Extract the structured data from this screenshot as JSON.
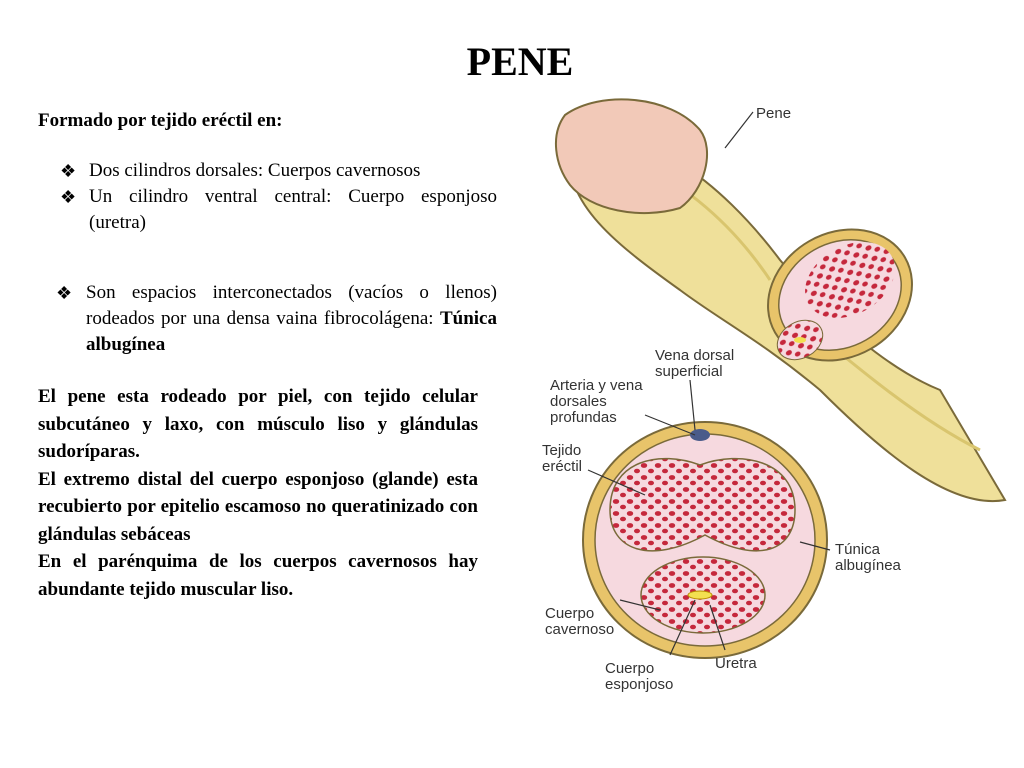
{
  "slide": {
    "title": "PENE",
    "intro": "Formado por tejido eréctil en:",
    "bullet_symbol": "❖",
    "structure_bullets": [
      {
        "text": "Dos cilindros dorsales: Cuerpos cavernosos"
      },
      {
        "text": "Un cilindro ventral central: Cuerpo esponjoso (uretra)"
      }
    ],
    "space_bullet": {
      "text": "Son espacios interconectados (vacíos o llenos) rodeados por una densa vaina fibrocolágena:",
      "highlight": "Túnica albugínea"
    },
    "paragraphs": [
      "El pene esta rodeado por piel, con tejido celular subcutáneo y laxo, con músculo liso y glándulas sudoríparas.",
      "El extremo distal del cuerpo esponjoso (glande) esta recubierto por epitelio escamoso no queratinizado con glándulas sebáceas",
      "En el parénquima de los cuerpos cavernosos hay abundante tejido muscular liso."
    ]
  },
  "figure_labels": {
    "pene": "Pene",
    "vena_dorsal_1": "Vena dorsal",
    "vena_dorsal_2": "superficial",
    "arteria_1": "Arteria y vena",
    "arteria_2": "dorsales",
    "arteria_3": "profundas",
    "tejido_1": "Tejido",
    "tejido_2": "eréctil",
    "tunica_1": "Túnica",
    "tunica_2": "albugínea",
    "cavernoso_1": "Cuerpo",
    "cavernoso_2": "cavernoso",
    "esponjoso_1": "Cuerpo",
    "esponjoso_2": "esponjoso",
    "uretra": "Uretra"
  },
  "colors": {
    "skin": "#efe09a",
    "skin_shadow": "#d9c56e",
    "glans": "#f2c9b8",
    "tissue": "#f6d9df",
    "sinus": "#c5283c",
    "outline": "#7a6a3a"
  }
}
